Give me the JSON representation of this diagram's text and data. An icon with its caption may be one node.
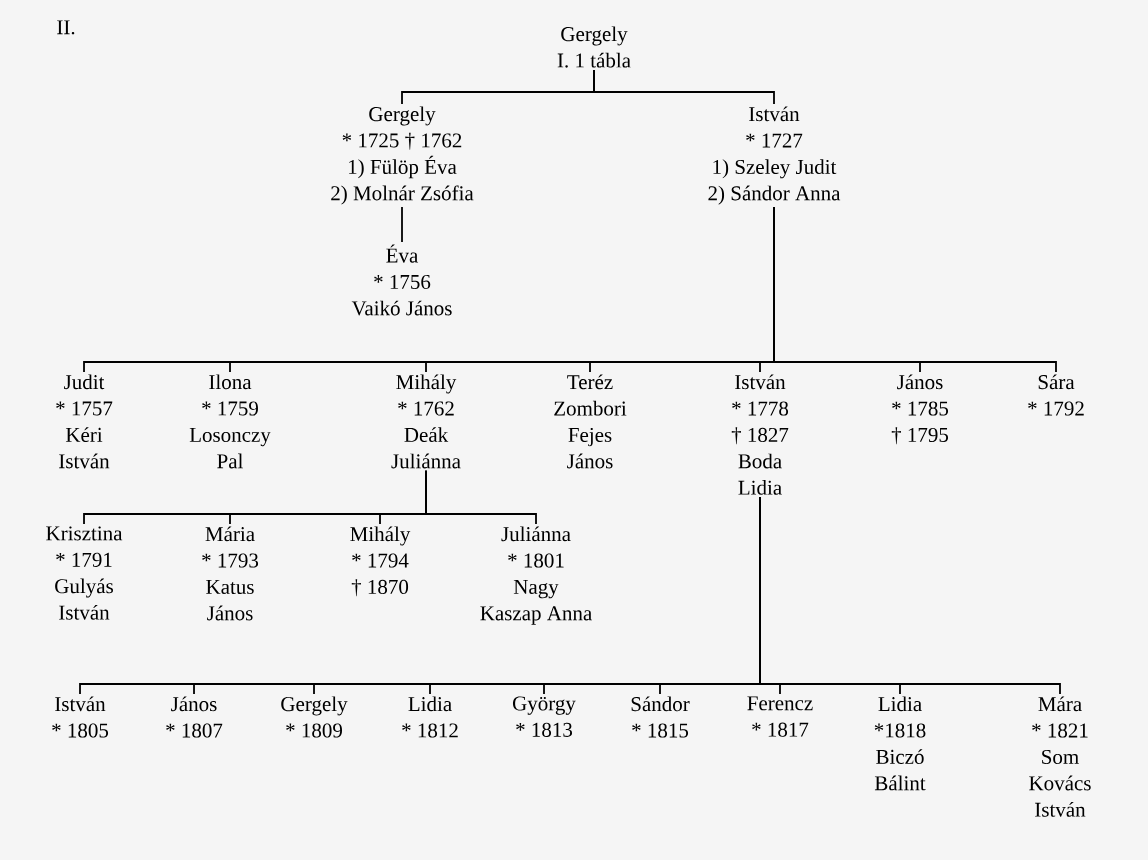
{
  "diagram": {
    "nodes": [
      {
        "text": [
          "Gergely",
          "I. 1 tábla"
        ]
      },
      {
        "text": [
          "Gergely",
          "* 1725 † 1762",
          "1) Fülöp Éva",
          "2) Molnár Zsófia"
        ]
      },
      {
        "text": [
          "István",
          "* 1727",
          "1) Szeley Judit",
          "2) Sándor Anna"
        ]
      },
      {
        "text": [
          "Éva",
          "* 1756",
          "Vaikó János"
        ]
      },
      {
        "text": [
          "Judit",
          "* 1757",
          "Kéri",
          "István"
        ]
      },
      {
        "text": [
          "Ilona",
          "* 1759",
          "Losonczy",
          "Pal"
        ]
      },
      {
        "text": [
          "Mihály",
          "* 1762",
          "Deák",
          "Juliánna"
        ]
      },
      {
        "text": [
          "Teréz",
          "Zombori",
          "Fejes",
          "János"
        ]
      },
      {
        "text": [
          "István",
          "* 1778",
          "† 1827",
          "Boda",
          "Lidia"
        ]
      },
      {
        "text": [
          "János",
          "* 1785",
          "† 1795"
        ]
      },
      {
        "text": [
          "Sára",
          "* 1792"
        ]
      },
      {
        "text": [
          "Krisztina",
          "* 1791",
          "Gulyás",
          "István"
        ]
      },
      {
        "text": [
          "Mária",
          "* 1793",
          "Katus",
          "János"
        ]
      },
      {
        "text": [
          "Mihály",
          "* 1794",
          "† 1870"
        ]
      },
      {
        "text": [
          "Juliánna",
          "* 1801",
          "Nagy",
          "Kaszap Anna"
        ]
      },
      {
        "text": [
          "István",
          "* 1805"
        ]
      },
      {
        "text": [
          "János",
          "* 1807"
        ]
      },
      {
        "text": [
          "Gergely",
          "* 1809"
        ]
      },
      {
        "text": [
          "Lidia",
          "* 1812"
        ]
      },
      {
        "text": [
          "György",
          "* 1813"
        ]
      },
      {
        "text": [
          "Sándor",
          "* 1815"
        ]
      },
      {
        "text": [
          "Ferencz",
          "* 1817"
        ]
      },
      {
        "text": [
          "Lidia",
          "*1818",
          "Biczó",
          "Bálint"
        ]
      },
      {
        "text": [
          "Mára",
          "* 1821",
          "Som",
          "Kovács",
          "István"
        ]
      }
    ],
    "edges": [
      {
        "from": 0,
        "to": 1,
        "arrow": "none"
      },
      {
        "from": 0,
        "to": 2,
        "arrow": "none"
      },
      {
        "from": 1,
        "to": 3,
        "arrow": "none"
      },
      {
        "from": 2,
        "to": 4,
        "arrow": "none"
      },
      {
        "from": 2,
        "to": 5,
        "arrow": "none"
      },
      {
        "from": 2,
        "to": 6,
        "arrow": "none"
      },
      {
        "from": 2,
        "to": 7,
        "arrow": "none"
      },
      {
        "from": 2,
        "to": 8,
        "arrow": "none"
      },
      {
        "from": 2,
        "to": 9,
        "arrow": "none"
      },
      {
        "from": 2,
        "to": 10,
        "arrow": "none"
      },
      {
        "from": 6,
        "to": 11,
        "arrow": "none"
      },
      {
        "from": 6,
        "to": 12,
        "arrow": "none"
      },
      {
        "from": 6,
        "to": 13,
        "arrow": "none"
      },
      {
        "from": 6,
        "to": 14,
        "arrow": "none"
      },
      {
        "from": 8,
        "to": 15,
        "arrow": "none"
      },
      {
        "from": 8,
        "to": 16,
        "arrow": "none"
      },
      {
        "from": 8,
        "to": 17,
        "arrow": "none"
      },
      {
        "from": 8,
        "to": 18,
        "arrow": "none"
      },
      {
        "from": 8,
        "to": 19,
        "arrow": "none"
      },
      {
        "from": 8,
        "to": 20,
        "arrow": "none"
      },
      {
        "from": 8,
        "to": 21,
        "arrow": "none"
      },
      {
        "from": 8,
        "to": 22,
        "arrow": "none"
      },
      {
        "from": 8,
        "to": 23,
        "arrow": "none"
      }
    ],
    "labels": [
      "II."
    ]
  }
}
